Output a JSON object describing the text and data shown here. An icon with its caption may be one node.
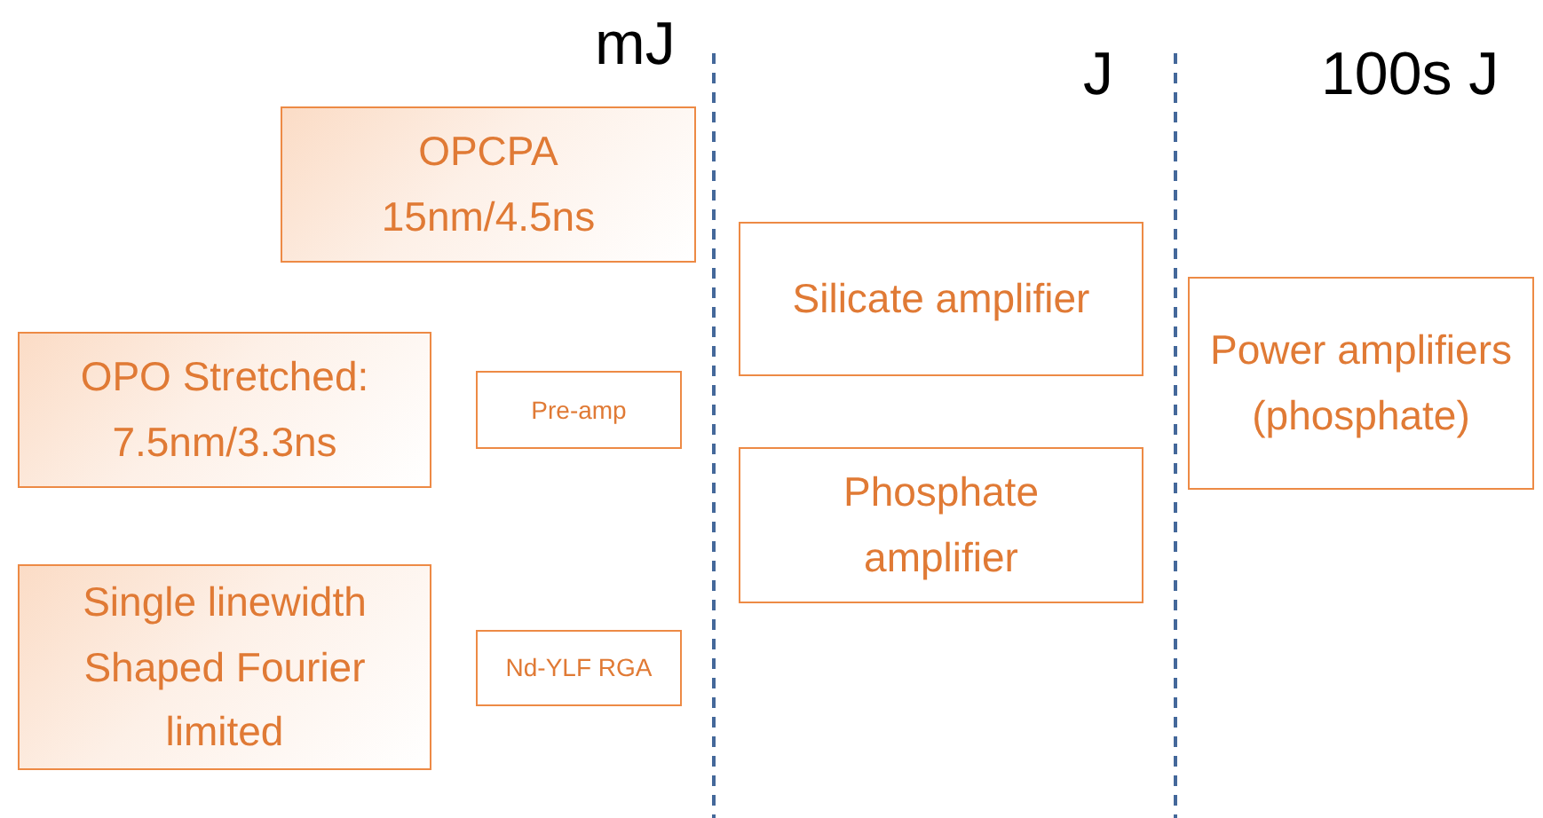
{
  "diagram": {
    "nodes": [
      {
        "text": [
          "OPCPA 15nm/4.5ns"
        ]
      },
      {
        "text": [
          "OPO Stretched: 7.5nm/3.3ns"
        ]
      },
      {
        "text": [
          "Pre-amp"
        ]
      },
      {
        "text": [
          "Single linewidth Shaped Fourier limited"
        ]
      },
      {
        "text": [
          "Nd-YLF RGA"
        ]
      },
      {
        "text": [
          "Silicate amplifier"
        ]
      },
      {
        "text": [
          "Phosphate amplifier"
        ]
      },
      {
        "text": [
          "Power amplifiers (phosphate)"
        ]
      }
    ],
    "labels": [
      "mJ",
      "J",
      "100s J"
    ]
  }
}
